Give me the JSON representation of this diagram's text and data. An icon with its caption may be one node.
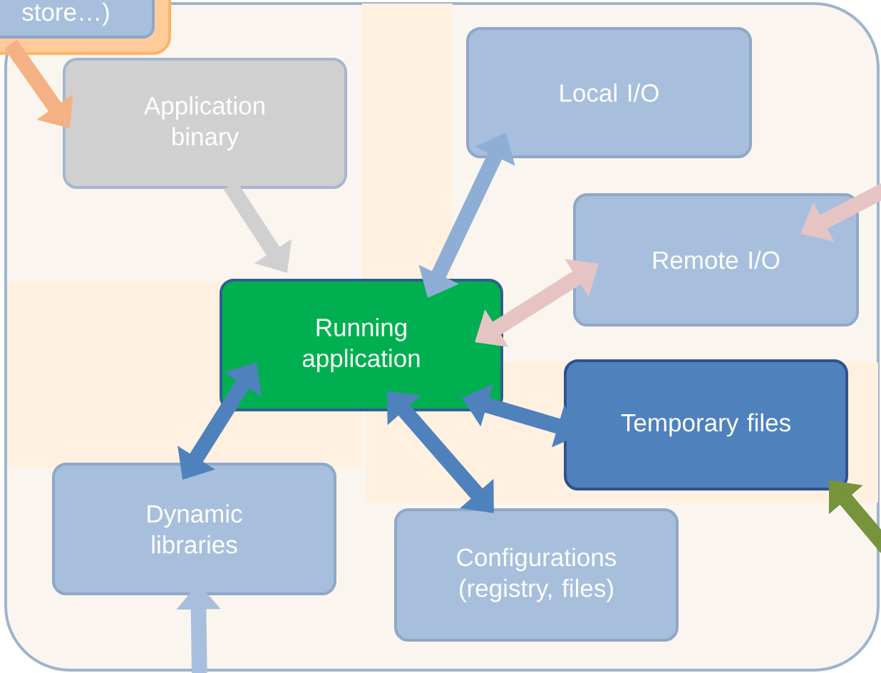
{
  "diagram": {
    "nodes": [
      {
        "text": [],
        "shape": "box"
      },
      {
        "text": [
          "store…)"
        ]
      },
      {
        "text": [
          "Application binary"
        ],
        "in": 0
      },
      {
        "text": [
          "Local I/O"
        ],
        "in": 0
      },
      {
        "text": [
          "Remote I/O"
        ],
        "in": 0
      },
      {
        "text": [
          "Running application"
        ],
        "in": 0
      },
      {
        "text": [
          "Temporary files"
        ],
        "in": 0
      },
      {
        "text": [
          "Dynamic libraries"
        ],
        "in": 0
      },
      {
        "text": [
          "Configurations (registry, files)"
        ],
        "in": 0
      }
    ],
    "edges": [
      {
        "from": 1,
        "to": 2,
        "arrow": "to",
        "color": "#f4b183"
      },
      {
        "from": 2,
        "to": 5,
        "arrow": "to",
        "color": "#d0d0d0"
      },
      {
        "from": 3,
        "to": 5,
        "arrow": "both",
        "color": "#8eaed6"
      },
      {
        "from": 4,
        "to": 5,
        "arrow": "both",
        "color": "#e6c4c4"
      },
      {
        "from": 5,
        "to": 6,
        "arrow": "both"
      },
      {
        "from": 5,
        "to": 7,
        "arrow": "both"
      },
      {
        "from": 5,
        "to": 8,
        "arrow": "both"
      },
      {
        "from": null,
        "to": 4,
        "arrow": "to",
        "color": "#e6c4c4"
      },
      {
        "from": null,
        "to": 6,
        "arrow": "to",
        "color": "#77933c"
      },
      {
        "from": null,
        "to": 7,
        "arrow": "to",
        "color": "#a7bfdd"
      }
    ]
  }
}
